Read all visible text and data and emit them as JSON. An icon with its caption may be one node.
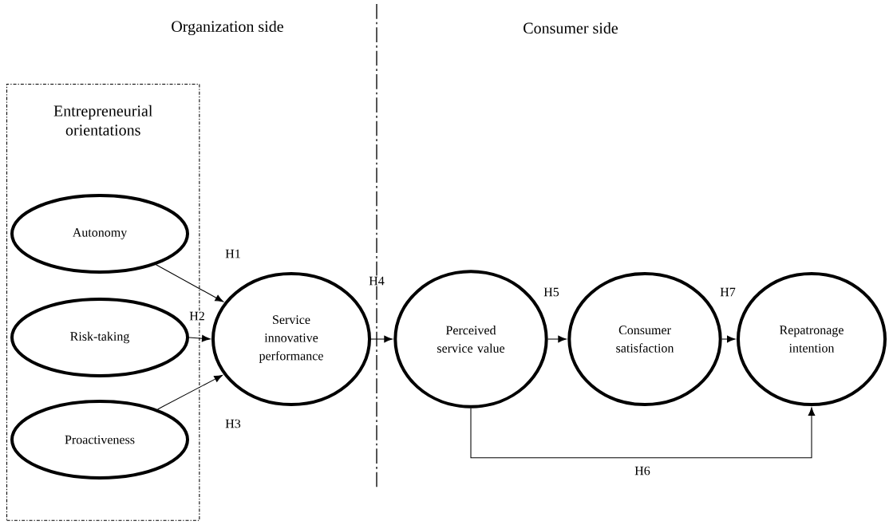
{
  "diagram": {
    "nodes": [
      {
        "text": [
          "Entrepreneurial orientations"
        ]
      },
      {
        "text": [
          "Autonomy"
        ],
        "in": 0
      },
      {
        "text": [
          "Risk-taking"
        ],
        "in": 0
      },
      {
        "text": [
          "Proactiveness"
        ],
        "in": 0
      },
      {
        "text": [
          "Service innovative performance"
        ]
      },
      {
        "text": [
          "Perceived service value"
        ]
      },
      {
        "text": [
          "Consumer satisfaction"
        ]
      },
      {
        "text": [
          "Repatronage intention"
        ]
      }
    ],
    "edges": [
      {
        "from": 1,
        "to": 4,
        "arrow": "to",
        "label": "H1"
      },
      {
        "from": 2,
        "to": 4,
        "arrow": "to",
        "label": "H2"
      },
      {
        "from": 3,
        "to": 4,
        "arrow": "to",
        "label": "H3"
      },
      {
        "from": 4,
        "to": 5,
        "arrow": "to",
        "label": "H4"
      },
      {
        "from": 5,
        "to": 6,
        "arrow": "to",
        "label": "H5"
      },
      {
        "from": 5,
        "to": 7,
        "arrow": "to",
        "label": "H6"
      },
      {
        "from": 6,
        "to": 7,
        "arrow": "to",
        "label": "H7"
      }
    ],
    "labels": [
      "Organization side",
      "Consumer side"
    ]
  }
}
